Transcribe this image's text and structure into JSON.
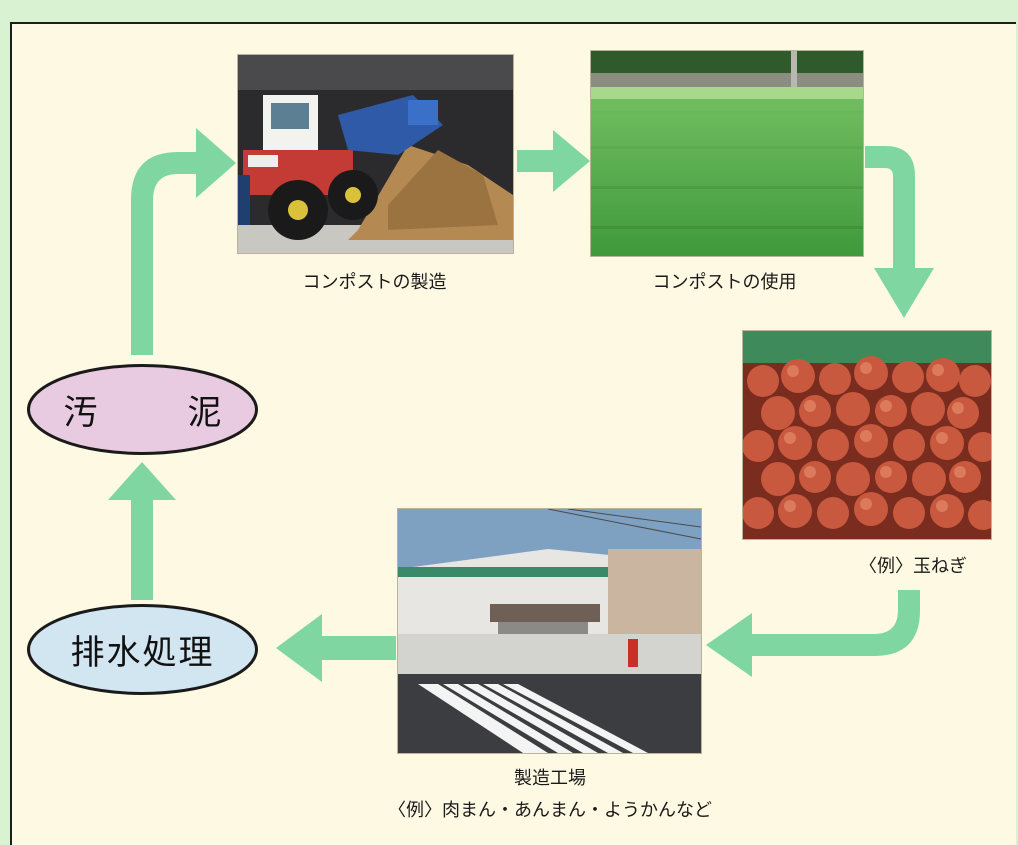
{
  "nodes": {
    "sludge_label": "汚　泥",
    "wastewater_label": "排水処理"
  },
  "captions": {
    "compost_make": "コンポストの製造",
    "compost_use": "コンポストの使用",
    "onion": "〈例〉玉ねぎ",
    "factory_line1": "製造工場",
    "factory_line2": "〈例〉肉まん・あんまん・ようかんなど"
  },
  "colors": {
    "background": "#d8f2d2",
    "panel": "#fdf9e3",
    "arrow": "#7fd6a0",
    "sludge_fill": "#e8cbe0",
    "wastewater_fill": "#d2e6f2"
  }
}
